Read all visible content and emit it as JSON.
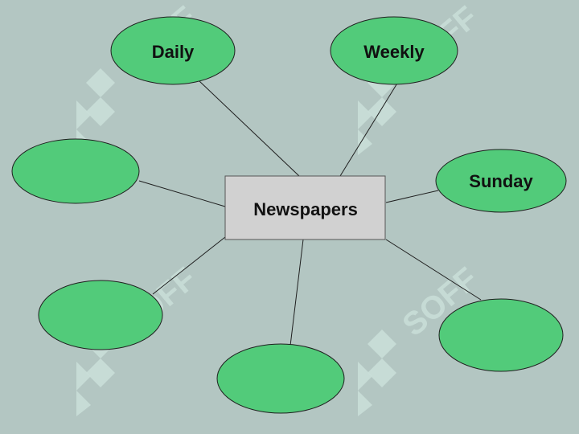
{
  "diagram": {
    "center": {
      "label": "Newspapers"
    },
    "nodes": [
      {
        "id": "daily",
        "label": "Daily"
      },
      {
        "id": "weekly",
        "label": "Weekly"
      },
      {
        "id": "sunday",
        "label": "Sunday"
      },
      {
        "id": "blank-left",
        "label": ""
      },
      {
        "id": "blank-lower-left",
        "label": ""
      },
      {
        "id": "blank-bottom",
        "label": ""
      },
      {
        "id": "blank-lower-right",
        "label": ""
      }
    ]
  },
  "watermark": {
    "text": "SOFF"
  },
  "colors": {
    "background": "#b3c6c2",
    "bubble_fill": "#52cb7a",
    "center_fill": "#d1d1d1",
    "watermark": "#c9ded8"
  }
}
